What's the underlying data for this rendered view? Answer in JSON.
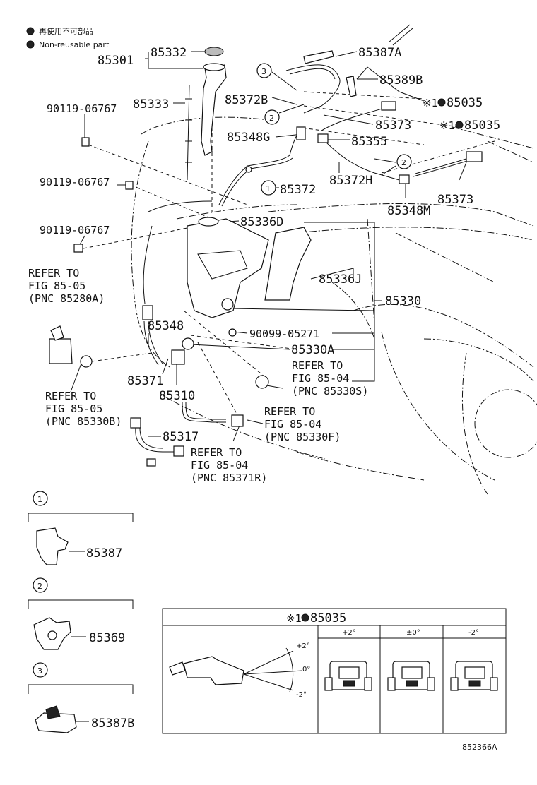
{
  "legend": {
    "non_reusable_jp": "再使用不可部品",
    "non_reusable_en": "Non-reusable part"
  },
  "part_numbers": {
    "p85301": "85301",
    "p85332": "85332",
    "p85333": "85333",
    "bolt1": "90119-06767",
    "bolt2": "90119-06767",
    "bolt3": "90119-06767",
    "p85387A": "85387A",
    "p85389B": "85389B",
    "p85372B": "85372B",
    "p85035a": "85035",
    "p85035b": "85035",
    "p85373a": "85373",
    "p85348G": "85348G",
    "p85355": "85355",
    "p85372H": "85372H",
    "p85372": "85372",
    "p85373b": "85373",
    "p85348M": "85348M",
    "p85336D": "85336D",
    "p85336J": "85336J",
    "p85330": "85330",
    "p85348": "85348",
    "p90099": "90099-05271",
    "p85330A": "85330A",
    "p85371": "85371",
    "p85310": "85310",
    "p85317": "85317",
    "p85387": "85387",
    "p85369": "85369",
    "p85387B": "85387B"
  },
  "callouts": {
    "c1": "1",
    "c2": "2",
    "c3": "3",
    "c2b": "2",
    "c1_inset": "1",
    "c2_inset": "2",
    "c3_inset": "3"
  },
  "marks": {
    "asterisk_one_a": "※1",
    "asterisk_one_b": "※1"
  },
  "references": {
    "ref1_l1": "REFER TO",
    "ref1_l2": "FIG 85-05",
    "ref1_l3": "(PNC 85280A)",
    "ref2_l1": "REFER TO",
    "ref2_l2": "FIG 85-05",
    "ref2_l3": "(PNC 85330B)",
    "ref3_l1": "REFER TO",
    "ref3_l2": "FIG 85-04",
    "ref3_l3": "(PNC 85330S)",
    "ref4_l1": "REFER TO",
    "ref4_l2": "FIG 85-04",
    "ref4_l3": "(PNC 85330F)",
    "ref5_l1": "REFER TO",
    "ref5_l2": "FIG 85-04",
    "ref5_l3": "(PNC 85371R)"
  },
  "adjustment_table": {
    "title_mark": "※1",
    "title_part": "85035",
    "col1": "+2°",
    "col2": "±0°",
    "col3": "-2°",
    "angle_plus": "+2°",
    "angle_zero": "0°",
    "angle_minus": "-2°"
  },
  "figure_code": "852366A"
}
